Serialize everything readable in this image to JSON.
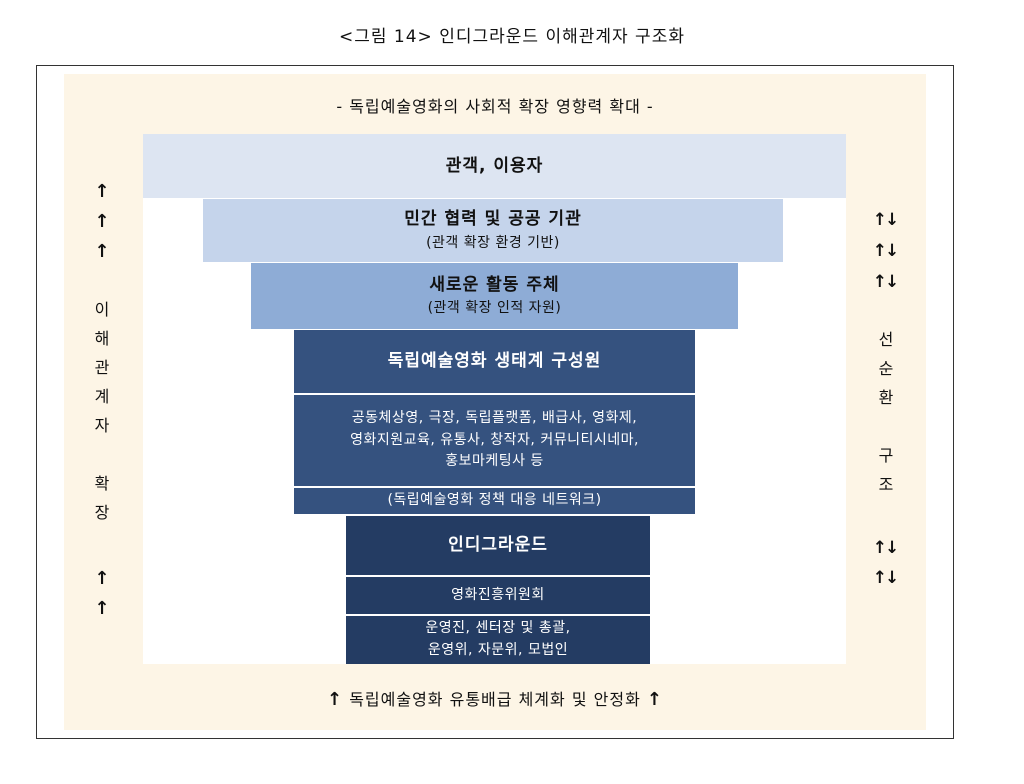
{
  "title": "<그림 14> 인디그라운드 이해관계자 구조화",
  "top_banner": "-  독립예술영화의 사회적 확장 영향력 확대 -",
  "bottom_banner": {
    "arrow": "↑",
    "text": "독립예술영화 유통배급 체계화 및 안정화"
  },
  "layers": {
    "audience": {
      "title": "관객, 이용자"
    },
    "private": {
      "title": "민간 협력 및 공공 기관",
      "sub": "(관객 확장 환경 기반)"
    },
    "new_actors": {
      "title": "새로운 활동 주체",
      "sub": "(관객 확장 인적 자원)"
    },
    "ecosystem": {
      "title": "독립예술영화 생태계 구성원",
      "members_line1": "공동체상영, 극장, 독립플랫폼, 배급사, 영화제,",
      "members_line2": "영화지원교육, 유통사, 창작자, 커뮤니티시네마,",
      "members_line3": "홍보마케팅사 등",
      "network": "(독립예술영화 정책 대응 네트워크)"
    },
    "indieground": {
      "title": "인디그라운드",
      "kofic": "영화진흥위원회",
      "gov_line1": "운영진, 센터장 및  총괄,",
      "gov_line2": "운영위, 자문위, 모법인"
    }
  },
  "left_side": {
    "arrow": "↑",
    "chars": [
      "이",
      "해",
      "관",
      "계",
      "자",
      "확",
      "장"
    ]
  },
  "right_side": {
    "arrow": "↑↓",
    "chars": [
      "선",
      "순",
      "환",
      "구",
      "조"
    ]
  },
  "colors": {
    "beige": "#fdf5e6",
    "layer1": "#dde5f2",
    "layer2": "#c5d4eb",
    "layer3": "#8eacd6",
    "layer4": "#35527f",
    "layer5": "#243c63"
  }
}
